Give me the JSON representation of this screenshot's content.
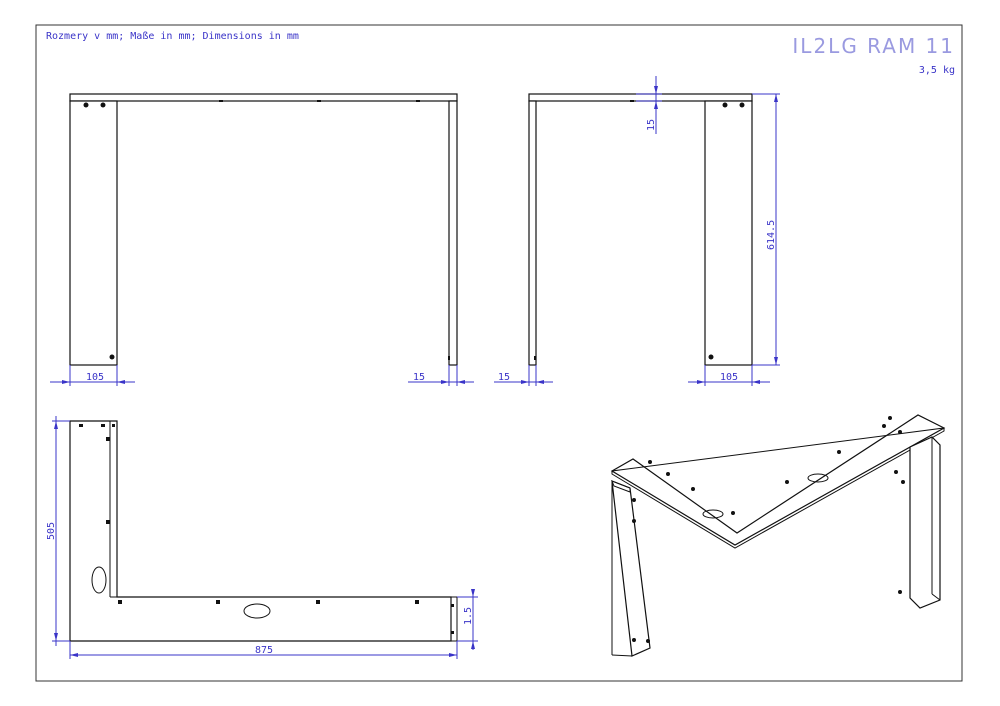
{
  "header": {
    "units_note": "Rozmery v mm; Maße in mm; Dimensions in mm",
    "title": "IL2LG RAM 11",
    "weight": "3,5 kg"
  },
  "dimensions": {
    "front_left_width": "105",
    "front_right_thickness": "15",
    "side_left_thickness": "15",
    "side_right_width": "105",
    "side_top_thickness": "15",
    "side_height": "614.5",
    "top_depth": "505",
    "top_length": "875",
    "top_offset": "1.5"
  },
  "colors": {
    "dimension": "#3a34c8",
    "title": "#9a9ae0",
    "outline": "#111111",
    "frame": "#333333"
  }
}
